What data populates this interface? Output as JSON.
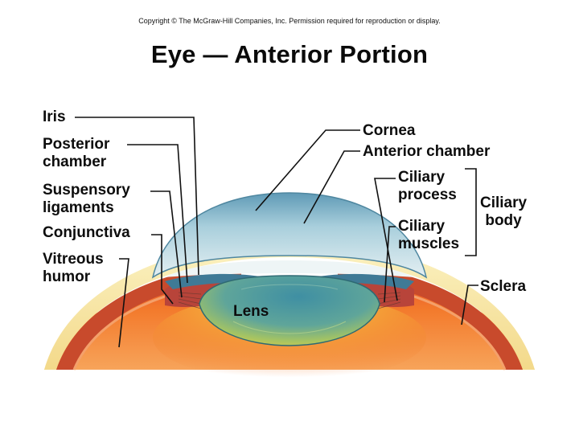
{
  "copyright": "Copyright © The McGraw-Hill Companies, Inc. Permission required for reproduction or display.",
  "title": "Eye — Anterior Portion",
  "labels": {
    "iris": "Iris",
    "posterior_chamber": [
      "Posterior",
      "chamber"
    ],
    "suspensory_ligaments": [
      "Suspensory",
      "ligaments"
    ],
    "conjunctiva": "Conjunctiva",
    "vitreous_humor": [
      "Vitreous",
      "humor"
    ],
    "cornea": "Cornea",
    "anterior_chamber": "Anterior chamber",
    "ciliary_process": [
      "Ciliary",
      "process"
    ],
    "ciliary_muscles": [
      "Ciliary",
      "muscles"
    ],
    "ciliary_body": [
      "Ciliary",
      "body"
    ],
    "sclera": "Sclera",
    "lens": "Lens"
  },
  "colors": {
    "cornea": "#7fb2c9",
    "vitreous": "#f07a2a",
    "sclera": "#f6e8a8",
    "lens": "#4a9aa0"
  }
}
